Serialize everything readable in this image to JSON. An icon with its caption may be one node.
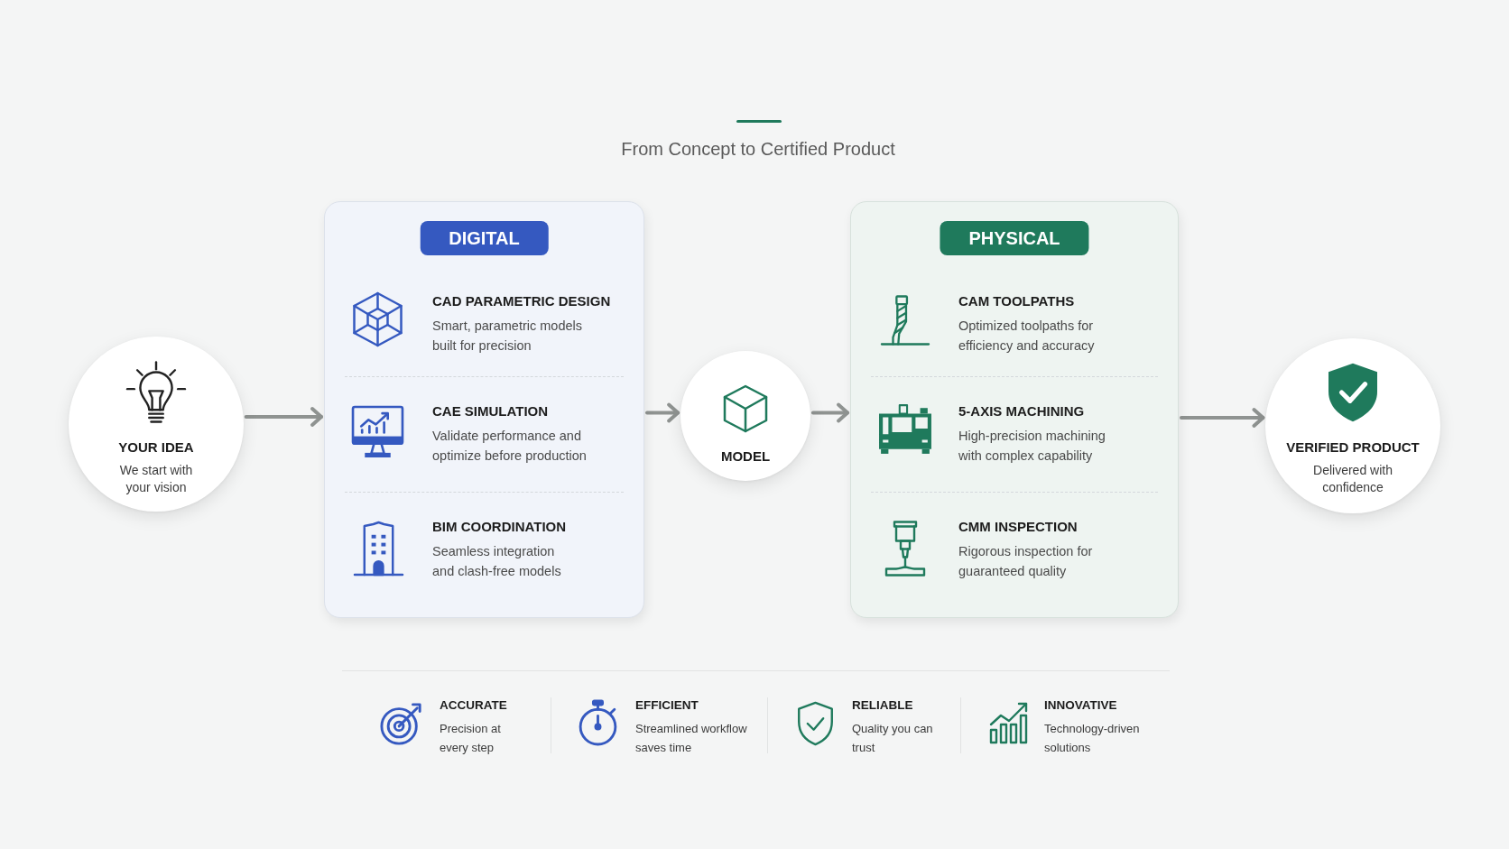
{
  "diagram": {
    "title": "From Concept to Certified Product",
    "nodes": [
      {
        "text": [
          "YOUR IDEA",
          "We start with your vision"
        ]
      },
      {
        "text": [
          "DIGITAL"
        ]
      },
      {
        "text": [
          "CAD PARAMETRIC DESIGN",
          "Smart, parametric models built for precision"
        ],
        "in": 1
      },
      {
        "text": [
          "CAE SIMULATION",
          "Validate performance and optimize before production"
        ],
        "in": 1
      },
      {
        "text": [
          "BIM COORDINATION",
          "Seamless integration and clash-free models"
        ],
        "in": 1
      },
      {
        "text": [
          "MODEL"
        ]
      },
      {
        "text": [
          "PHYSICAL"
        ]
      },
      {
        "text": [
          "CAM TOOLPATHS",
          "Optimized toolpaths for efficiency and accuracy"
        ],
        "in": 6
      },
      {
        "text": [
          "5-AXIS MACHINING",
          "High-precision machining with complex capability"
        ],
        "in": 6
      },
      {
        "text": [
          "CMM INSPECTION",
          "Rigorous inspection for guaranteed quality"
        ],
        "in": 6
      },
      {
        "text": [
          "VERIFIED PRODUCT",
          "Delivered with confidence"
        ]
      }
    ],
    "edges": [
      {
        "from": 0,
        "to": 1,
        "arrow": "to"
      },
      {
        "from": 1,
        "to": 5,
        "arrow": "to"
      },
      {
        "from": 5,
        "to": 6,
        "arrow": "to"
      },
      {
        "from": 6,
        "to": 10,
        "arrow": "to"
      }
    ],
    "labels": [
      "ACCURATE",
      "Precision at every step",
      "EFFICIENT",
      "Streamlined workflow saves time",
      "RELIABLE",
      "Quality you can trust",
      "INNOVATIVE",
      "Technology-driven solutions"
    ]
  }
}
